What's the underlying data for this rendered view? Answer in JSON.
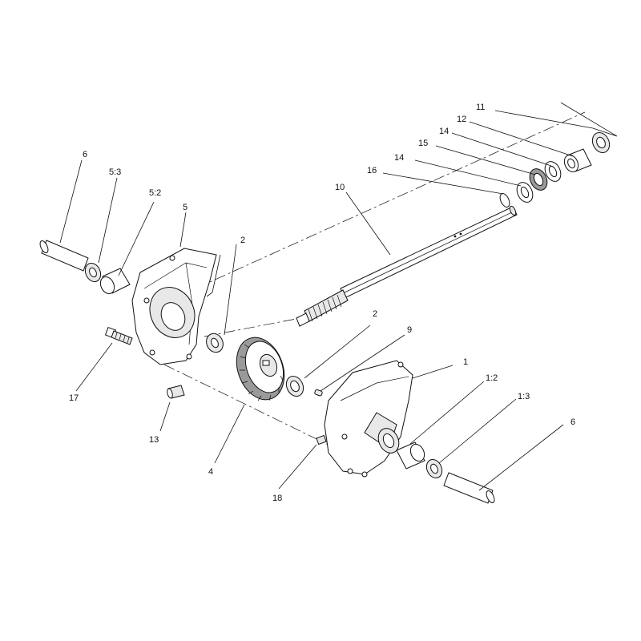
{
  "callouts": [
    {
      "id": "c-11",
      "label": "11"
    },
    {
      "id": "c-12",
      "label": "12"
    },
    {
      "id": "c-14a",
      "label": "14"
    },
    {
      "id": "c-15",
      "label": "15"
    },
    {
      "id": "c-14b",
      "label": "14"
    },
    {
      "id": "c-16",
      "label": "16"
    },
    {
      "id": "c-10",
      "label": "10"
    },
    {
      "id": "c-6a",
      "label": "6"
    },
    {
      "id": "c-5-3",
      "label": "5:3"
    },
    {
      "id": "c-5-2",
      "label": "5:2"
    },
    {
      "id": "c-5",
      "label": "5"
    },
    {
      "id": "c-2a",
      "label": "2"
    },
    {
      "id": "c-2b",
      "label": "2"
    },
    {
      "id": "c-9",
      "label": "9"
    },
    {
      "id": "c-1",
      "label": "1"
    },
    {
      "id": "c-1-2",
      "label": "1:2"
    },
    {
      "id": "c-1-3",
      "label": "1:3"
    },
    {
      "id": "c-6b",
      "label": "6"
    },
    {
      "id": "c-17",
      "label": "17"
    },
    {
      "id": "c-13",
      "label": "13"
    },
    {
      "id": "c-4",
      "label": "4"
    },
    {
      "id": "c-18",
      "label": "18"
    }
  ]
}
